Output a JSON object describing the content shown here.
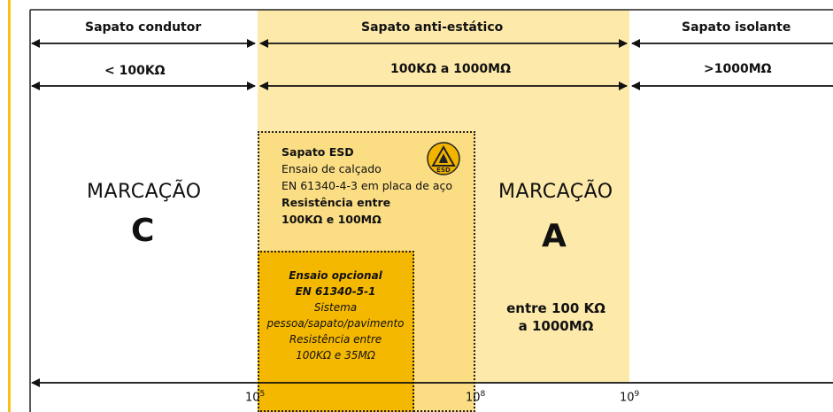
{
  "categories": {
    "conductive": {
      "title": "Sapato condutor",
      "range": "< 100KΩ"
    },
    "antistatic": {
      "title": "Sapato anti-estático",
      "range": "100KΩ a 1000MΩ"
    },
    "insulating": {
      "title": "Sapato isolante",
      "range": ">1000MΩ"
    }
  },
  "marking_c": {
    "label": "MARCAÇÃO",
    "letter": "C"
  },
  "marking_a": {
    "label": "MARCAÇÃO",
    "letter": "A",
    "range_line1": "entre 100 KΩ",
    "range_line2": "a 1000MΩ"
  },
  "esd": {
    "title": "Sapato ESD",
    "line1": "Ensaio de calçado",
    "line2": "EN 61340-4-3 em placa de aço",
    "resistance_line1": "Resistência entre",
    "resistance_line2": "100KΩ e 100MΩ",
    "icon_label": "ESD"
  },
  "optional_test": {
    "title": "Ensaio opcional",
    "standard": "EN 61340-5-1",
    "line1": "Sistema",
    "line2": "pessoa/sapato/pavimento",
    "line3": "Resistência entre",
    "line4": "100KΩ e 35MΩ"
  },
  "axis_ticks": [
    {
      "base": "10",
      "exp": "5"
    },
    {
      "base": "10",
      "exp": "8"
    },
    {
      "base": "10",
      "exp": "9"
    }
  ],
  "colors": {
    "antistatic_band": "#fde9a9",
    "esd_zone": "#fbdd84",
    "optional_zone": "#f5b800",
    "accent": "#f6c21a"
  }
}
